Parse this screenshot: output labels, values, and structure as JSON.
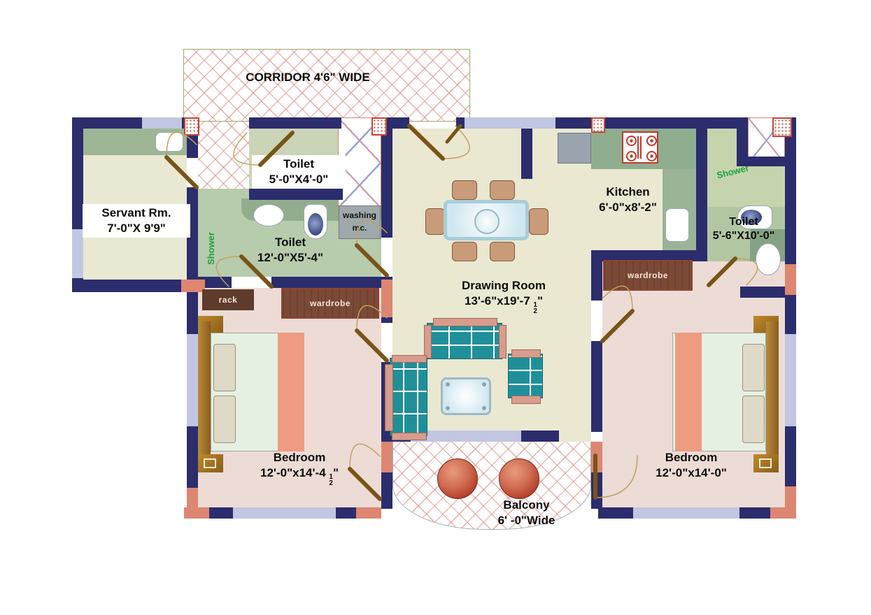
{
  "corridor": {
    "label": "CORRIDOR 4'6\" WIDE"
  },
  "rooms": {
    "servant": {
      "name": "Servant Rm.",
      "dims": "7'-0\"X 9'9\""
    },
    "toilet_top": {
      "name": "Toilet",
      "dims": "5'-0\"X4'-0\""
    },
    "toilet_left": {
      "name": "Toilet",
      "dims": "12'-0\"X5'-4\"",
      "shower": "Shower"
    },
    "toilet_right": {
      "name": "Toilet",
      "dims": "5'-6\"X10'-0\"",
      "shower": "Shower"
    },
    "kitchen": {
      "name": "Kitchen",
      "dims": "6'-0\"x8'-2\""
    },
    "drawing": {
      "name": "Drawing Room",
      "dims_prefix": "13'-6\"x19'-7 ",
      "frac_num": "1",
      "frac_den": "2",
      "dims_suffix": "\""
    },
    "bedroom_left": {
      "name": "Bedroom",
      "dims_prefix": "12'-0\"x14'-4 ",
      "frac_num": "1",
      "frac_den": "2",
      "dims_suffix": "\""
    },
    "bedroom_right": {
      "name": "Bedroom",
      "dims": "12'-0\"x14'-0\""
    },
    "balcony": {
      "name": "Balcony",
      "dims": "6' -0\"Wide"
    }
  },
  "fixtures": {
    "washing_line1": "washing",
    "washing_line2": "mc.",
    "rack": "rack",
    "wardrobe_left": "wardrobe",
    "wardrobe_right": "wardrobe"
  },
  "colors": {
    "wall_navy": "#2b2d6c",
    "window_lavender": "#c2c6e2",
    "column_salmon": "#dd8672",
    "floor_living": "#eae8d1",
    "floor_bedroom": "#ecdcd5",
    "floor_toilet": "#b7cbad",
    "counter_green": "#8fae8f",
    "wardrobe_brown": "#7b4a36",
    "sofa_teal": "#1f9099",
    "sofa_trim_salmon": "#d89c8c",
    "planter_red": "#b23c28",
    "shower_text_green": "#18a13e",
    "chevron_pink": "#d88278",
    "label_text": "#0d0d0d"
  }
}
